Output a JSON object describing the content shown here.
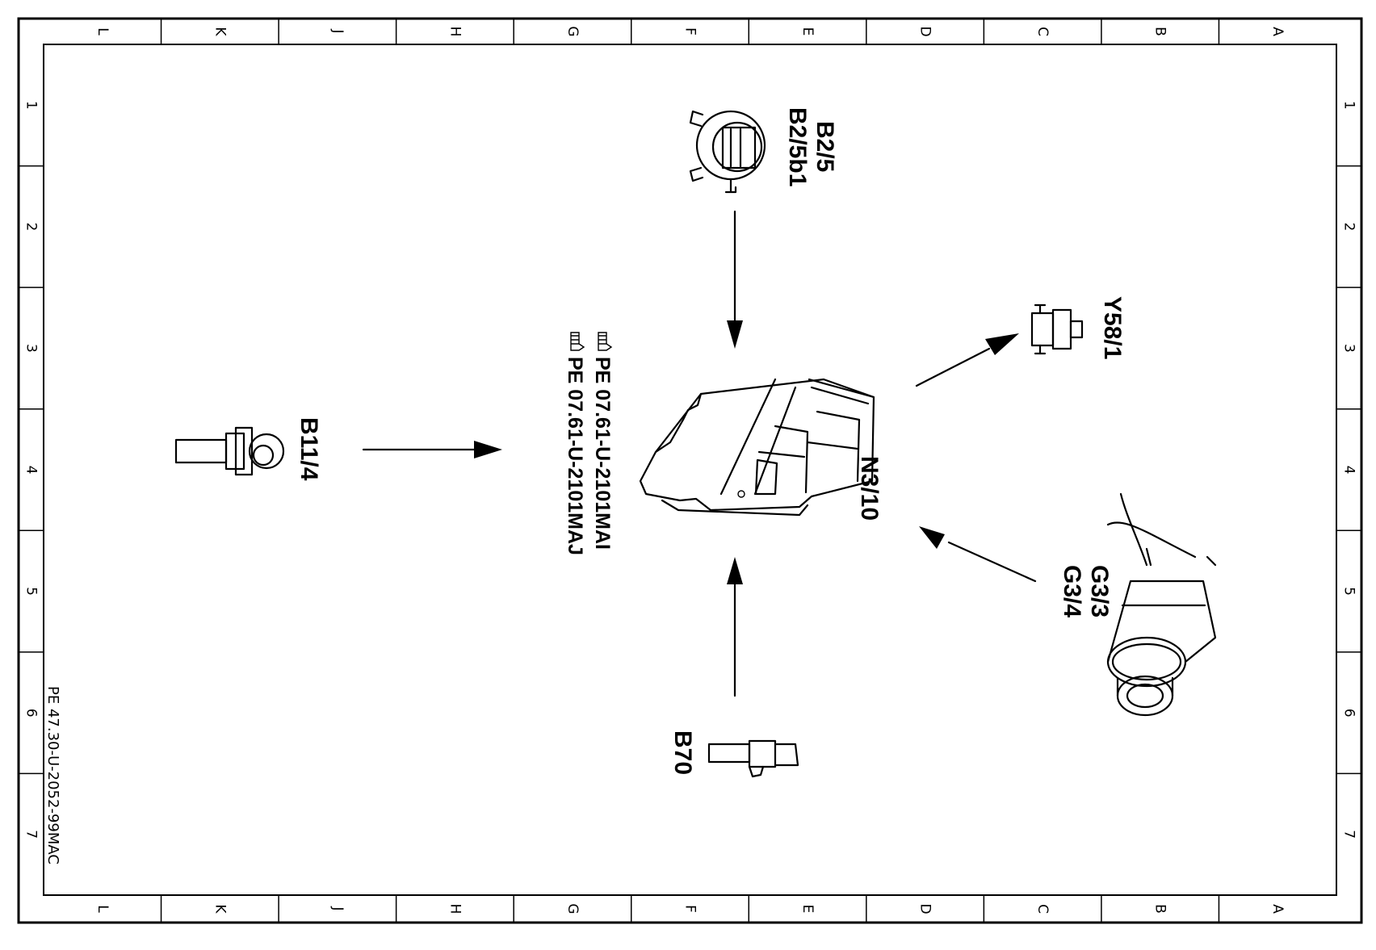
{
  "grid": {
    "letters": [
      "L",
      "K",
      "J",
      "H",
      "G",
      "F",
      "E",
      "D",
      "C",
      "B",
      "A"
    ],
    "numbers": [
      "1",
      "2",
      "3",
      "4",
      "5",
      "6",
      "7"
    ]
  },
  "components": {
    "b2_5": "B2/5",
    "b2_5b1": "B2/5b1",
    "y58_1": "Y58/1",
    "b11_4": "B11/4",
    "n3_10": "N3/10",
    "g3_3": "G3/3",
    "g3_4": "G3/4",
    "b70": "B70"
  },
  "references": [
    "PE 07.61-U-2101MAI",
    "PE 07.61-U-2101MAJ"
  ],
  "document_id": "PE 47.30-U-2052-99MAC"
}
